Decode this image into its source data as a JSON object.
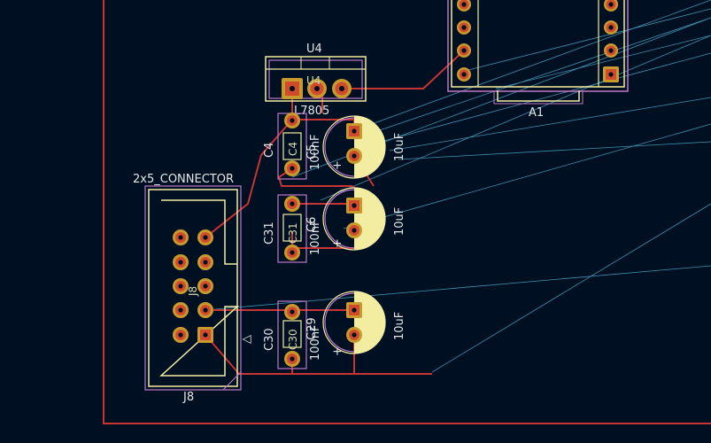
{
  "window": {
    "title": "PCB Editor"
  },
  "colors": {
    "background": "#001023",
    "edge_cuts": "#c83434",
    "copper_track": "#c83434",
    "silkscreen": "#f2eda1",
    "fab_outline": "#c078c8",
    "ratsnest": "#4aa7c4",
    "pad_ring": "#c89a2e",
    "pad_copper": "#d04a2c"
  },
  "components": {
    "u4": {
      "ref": "U4",
      "ref_fab": "U4",
      "value": "L7805"
    },
    "a1": {
      "ref": "A1"
    },
    "j8": {
      "ref": "J8",
      "ref_fab": "J8",
      "value": "2x5_CONNECTOR",
      "pin1_marker": "△"
    },
    "c4": {
      "ref": "C4",
      "value": "100nF"
    },
    "c31": {
      "ref": "C31",
      "value": "100nF"
    },
    "c30": {
      "ref": "C30",
      "value": "100nF"
    },
    "c5": {
      "ref": "C5",
      "value": "10uF",
      "polarity": "+"
    },
    "c6": {
      "ref": "C6",
      "value": "10uF",
      "polarity": "+"
    },
    "c29": {
      "ref": "C29",
      "value": "10uF",
      "polarity": "+"
    }
  }
}
